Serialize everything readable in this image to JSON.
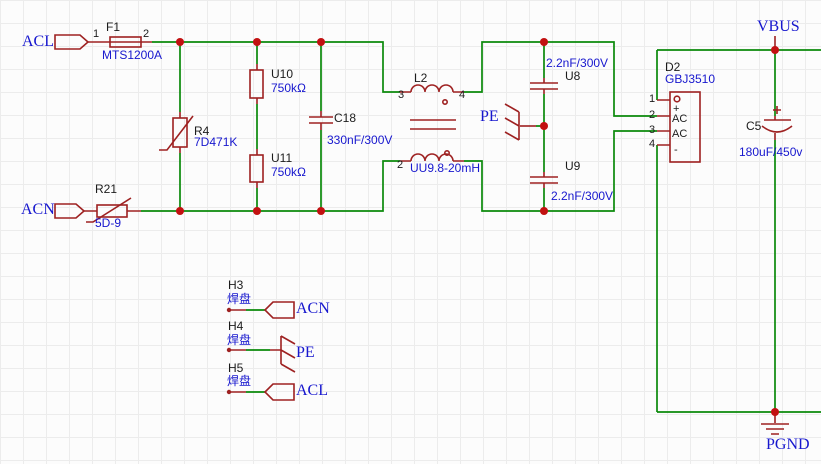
{
  "app": {
    "view": "schematic-canvas"
  },
  "colors": {
    "background": "#FCFCFC",
    "grid": "#ECECEC",
    "wire_green": "#0B8A0B",
    "symbol_red": "#9E2121",
    "junction_red": "#C21111",
    "value_blue": "#1717CE",
    "designator_black": "#1C1C1C"
  },
  "nets": {
    "acl_left": "ACL",
    "acn_left": "ACN",
    "pe_filter": "PE",
    "vbus": "VBUS",
    "pgnd": "PGND",
    "pad_acn": "ACN",
    "pad_pe": "PE",
    "pad_acl": "ACL"
  },
  "components": {
    "f1": {
      "ref": "F1",
      "value": "MTS1200A",
      "pins": {
        "p1": "1",
        "p2": "2"
      }
    },
    "r4": {
      "ref": "R4",
      "value": "7D471K"
    },
    "r21": {
      "ref": "R21",
      "value": "5D-9"
    },
    "u10": {
      "ref": "U10",
      "value": "750kΩ"
    },
    "u11": {
      "ref": "U11",
      "value": "750kΩ"
    },
    "c18": {
      "ref": "C18",
      "value": "330nF/300V"
    },
    "l2": {
      "ref": "L2",
      "value": "UU9.8-20mH",
      "pins": {
        "p3": "3",
        "p4": "4",
        "p2": "2"
      }
    },
    "u8": {
      "ref": "U8",
      "value": "2.2nF/300V"
    },
    "u9": {
      "ref": "U9",
      "value": "2.2nF/300V"
    },
    "d2": {
      "ref": "D2",
      "value": "GBJ3510",
      "pins": {
        "p1": "1",
        "p2": "2",
        "p3": "3",
        "p4": "4"
      },
      "labels": {
        "plus": "+",
        "ac1": "AC",
        "ac2": "AC",
        "minus": "-"
      }
    },
    "c5": {
      "ref": "C5",
      "value": "180uF/450v"
    },
    "h3": {
      "ref": "H3",
      "value": "焊盘"
    },
    "h4": {
      "ref": "H4",
      "value": "焊盘"
    },
    "h5": {
      "ref": "H5",
      "value": "焊盘"
    }
  }
}
